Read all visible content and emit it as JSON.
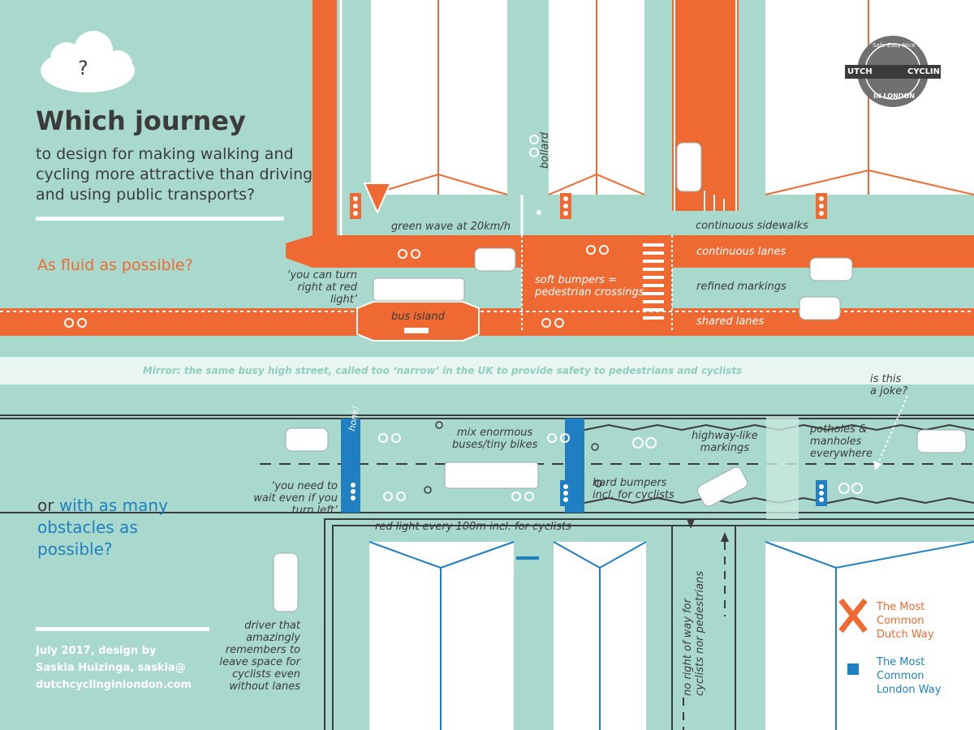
{
  "question_mark": "?",
  "title": "Which journey",
  "subtitle_lines": [
    "to design for making walking and",
    "cycling more attractive than driving",
    "and using public transports?"
  ],
  "fluid_question": "As fluid as possible?",
  "obstacles_question": {
    "or": "or",
    "rest": "with as many",
    "line2": "obstacles as",
    "line3": "possible?"
  },
  "logo": {
    "top": "Safe-Easy-Nice",
    "left": "UTCH",
    "right": "CYCLIN",
    "bottom": "IN LONDON"
  },
  "dutch_labels": {
    "green_wave": "green wave at 20km/h",
    "bollard": "bollard",
    "continuous_sidewalks": "continuous sidewalks",
    "continuous_lanes": "continuous lanes",
    "turn_right_1": "‘you can turn",
    "turn_right_2": "right at red light’",
    "soft_bumpers_1": "soft bumpers =",
    "soft_bumpers_2": "pedestrian crossings",
    "refined_markings": "refined markings",
    "bus_island": "bus island",
    "shared_lanes": "shared lanes"
  },
  "mirror_caption": "Mirror: the same busy high street, called too ‘narrow’ in the UK to provide safety to pedestrians and cyclists",
  "london_labels": {
    "honk": "honk!",
    "mix_1": "mix enormous",
    "mix_2": "buses/tiny bikes",
    "highway_1": "highway-like",
    "highway_2": "markings",
    "potholes_1": "potholes &",
    "potholes_2": "manholes",
    "potholes_3": "everywhere",
    "joke_1": "is this",
    "joke_2": "a joke?",
    "wait_1": "‘you need to",
    "wait_2": "wait even if you",
    "wait_3": "turn left’",
    "hard_bumpers_1": "hard bumpers",
    "hard_bumpers_2": "incl. for cyclists",
    "red_light": "red light every 100m incl. for cyclists",
    "no_right_1": "no right of way for",
    "no_right_2": "cyclists nor pedestrians",
    "driver_1": "driver that",
    "driver_2": "amazingly",
    "driver_3": "remembers to",
    "driver_4": "leave space for",
    "driver_5": "cyclists even",
    "driver_6": "without lanes"
  },
  "credit_lines": [
    "July 2017, design by",
    "Saskia Huizinga, saskia@",
    "dutchcyclinginlondon.com"
  ],
  "legend": {
    "dutch": [
      "The Most",
      "Common",
      "Dutch Way"
    ],
    "london": [
      "The Most",
      "Common",
      "London Way"
    ]
  },
  "colors": {
    "background": "#a9d9cc",
    "road_orange": "#ef6a33",
    "london_blue": "#1f7fc0",
    "text_dark": "#3b3b3b"
  }
}
